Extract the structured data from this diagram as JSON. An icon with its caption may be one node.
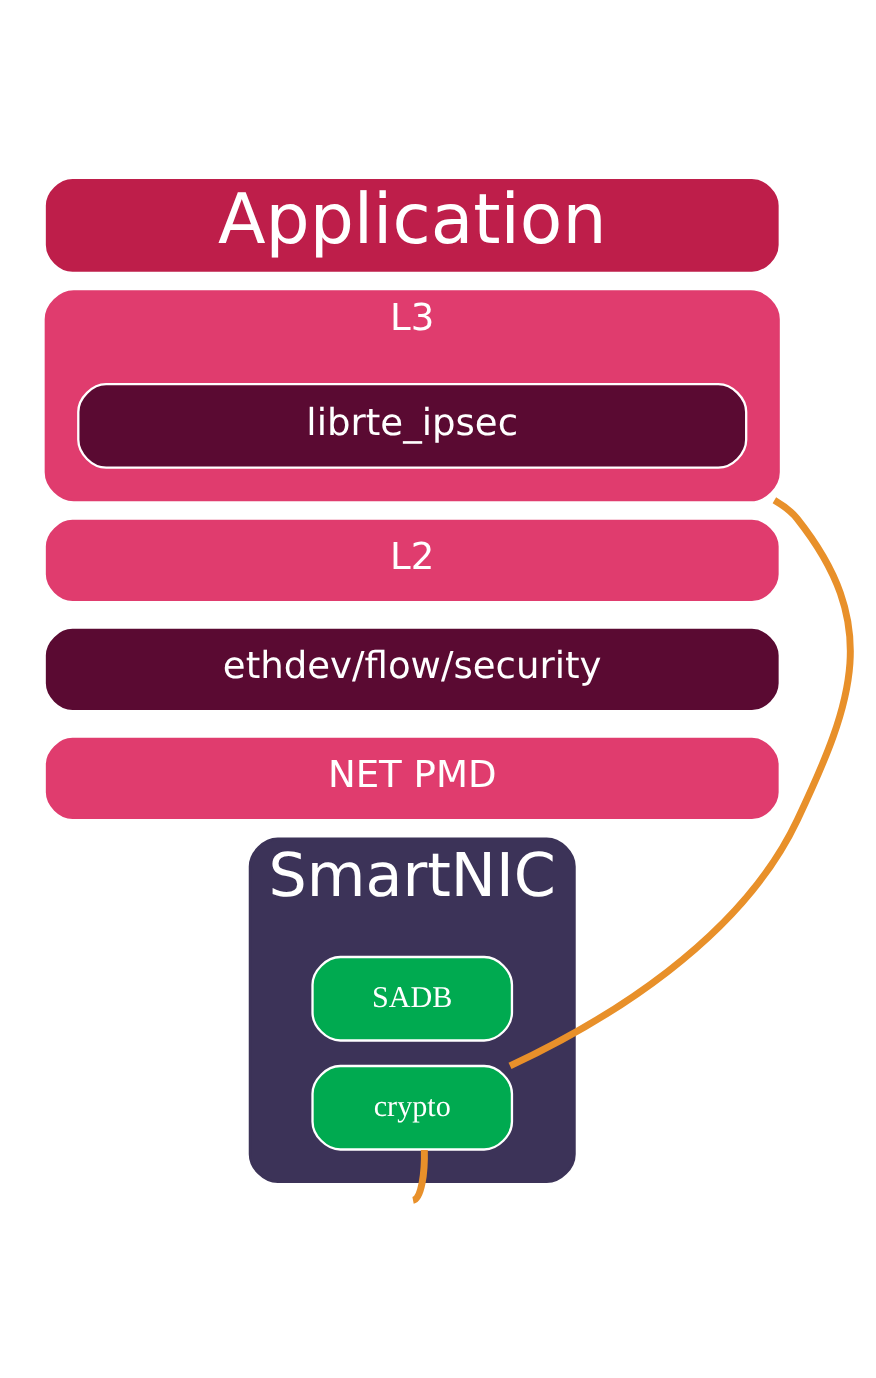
{
  "diagram": {
    "nodes": [
      {
        "text": [
          "Application"
        ]
      },
      {
        "text": [
          "L3"
        ]
      },
      {
        "text": [
          "librte_ipsec"
        ],
        "in": 1
      },
      {
        "text": [
          "L2"
        ]
      },
      {
        "text": [
          "ethdev/flow/security"
        ]
      },
      {
        "text": [
          "NET PMD"
        ]
      },
      {
        "text": [
          "SmartNIC"
        ]
      },
      {
        "text": [
          "SADB"
        ],
        "in": 6
      },
      {
        "text": [
          "crypto"
        ],
        "in": 6
      }
    ],
    "edges": [
      {
        "from": 1,
        "to": 8,
        "arrow": "none"
      },
      {
        "from": 8,
        "to": null,
        "arrow": "none"
      }
    ]
  }
}
